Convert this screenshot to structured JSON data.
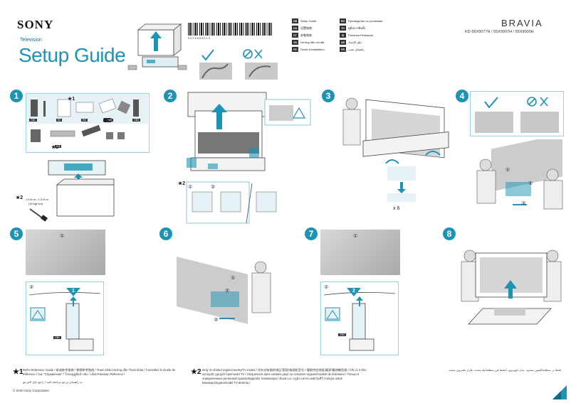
{
  "header": {
    "brand": "SONY",
    "category": "Television",
    "title": "Setup Guide",
    "part_number": "5-015-668-11(1)",
    "barcode_digits": "5015668110",
    "model_brand": "BRAVIA",
    "models": "KD-55X9077H / 55X9007H / 55X9000H"
  },
  "languages": [
    {
      "code": "GB",
      "label": "Setup Guide"
    },
    {
      "code": "CN",
      "label": "设置指南"
    },
    {
      "code": "CT",
      "label": "安裝指南"
    },
    {
      "code": "VN",
      "label": "Hướng dẫn cài đặt"
    },
    {
      "code": "FR",
      "label": "Guide d'installation"
    },
    {
      "code": "RU",
      "label": "Руководство по установке"
    },
    {
      "code": "TH",
      "label": "คู่มือการติดตั้ง"
    },
    {
      "code": "ID",
      "label": "Panduan Persiapan"
    },
    {
      "code": "AR",
      "label": "دليل الإعداد"
    },
    {
      "code": "PR",
      "label": "راهنمای نصب"
    }
  ],
  "steps": [
    {
      "num": "1"
    },
    {
      "num": "2"
    },
    {
      "num": "3"
    },
    {
      "num": "4"
    },
    {
      "num": "5"
    },
    {
      "num": "6"
    },
    {
      "num": "7"
    },
    {
      "num": "8"
    }
  ],
  "step1": {
    "star1": "★1",
    "star2": "★2",
    "star2b": "★2",
    "items": [
      "GB1",
      "IM",
      "RM",
      "VS",
      "GB3"
    ],
    "item_ab": "A B",
    "screw_spec": "1.5 N·m / 1.5 N·m",
    "screw_spec2": "(15 kgf·cm)"
  },
  "step2": {
    "star2": "★2",
    "sub1": "①",
    "sub2": "②"
  },
  "step3": {
    "multiplier": "x 6"
  },
  "step4": {
    "sub1": "①",
    "sub2": "②",
    "sub3": "③"
  },
  "step5": {
    "sub1": "①",
    "sub2": "②",
    "arrow_label": "1",
    "tag": "GB1"
  },
  "step6": {
    "sub1": "①",
    "sub2": "②",
    "sub3": "③"
  },
  "step7": {
    "sub1": "①",
    "sub2": "②",
    "arrow_label": "2",
    "tag": "GB3"
  },
  "footnotes": {
    "star1": "★1",
    "note1": "Refer Reference Guide / 参阅参考指南 / 參閱參考指南 / Tham khảo Hướng dẫn Tham khảo / Consultez le Guide de référence / См. \"Справочник\" / โปรดดูคู่มืออ้างอิง / Lihat Panduan Referensi /",
    "note1b": "به راهنمای مرجع مراجعه کنید / راجع دليل المرجع",
    "star2": "★2",
    "note2": "Only on limited region/country/TV model / 仅针对有限的地区/国家/电视机型号 / 僅限特定地區/國家/電視機型號 / Chỉ có ở khu vực/quốc gia giới hạn/model TV / Uniquement dans certains pays ou certaines régions/modèle de téléviseur / Только в определенных регионах/странах/моделях телевизора / มีเฉพาะบางภูมิภาค/ประเทศ/รุ่นทีวี / Hanya untuk kawasan/negara/model TV tertentu /",
    "note2b": "فقط در منطقه/کشور محدود، مدل تلویزیون / فقط في منطقة/بلد محدد، طراز تلفزيون محدد"
  },
  "copyright": "© 2020 Sony Corporation",
  "colors": {
    "accent": "#1e93b4",
    "panel_border": "#9bd2e3",
    "panel_fill": "#e6f2f6"
  }
}
